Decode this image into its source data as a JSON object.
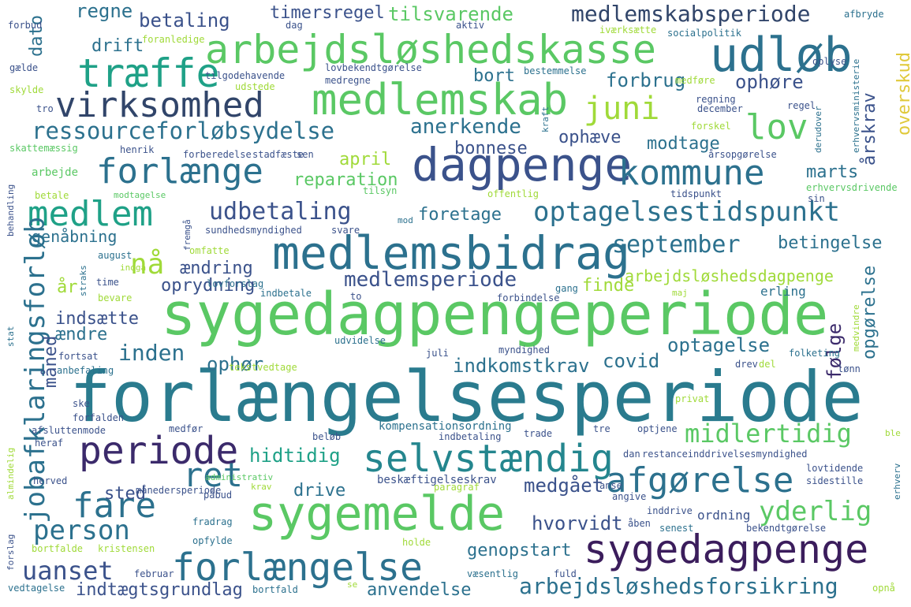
{
  "words": [
    {
      "text": "forlængelsesperiode",
      "color": "#2a7b8e"
    },
    {
      "text": "sygedagpengeperiode",
      "color": "#5ac864"
    },
    {
      "text": "medlemsbidrag",
      "color": "#2c718e"
    },
    {
      "text": "sygemelde",
      "color": "#5ac864"
    },
    {
      "text": "dagpenge",
      "color": "#3b528b"
    },
    {
      "text": "medlemskab",
      "color": "#5ac864"
    },
    {
      "text": "arbejdsløshedskasse",
      "color": "#5ac864"
    },
    {
      "text": "udløb",
      "color": "#2c718e"
    },
    {
      "text": "virksomhed",
      "color": "#31456a"
    },
    {
      "text": "træffe",
      "color": "#1fa187"
    },
    {
      "text": "selvstændig",
      "color": "#24868e"
    },
    {
      "text": "sygedagpenge",
      "color": "#3b1d5c"
    },
    {
      "text": "forlængelse",
      "color": "#2c718e"
    },
    {
      "text": "periode",
      "color": "#3b2a6b"
    },
    {
      "text": "afgørelse",
      "color": "#2c718e"
    },
    {
      "text": "kommune",
      "color": "#2c718e"
    },
    {
      "text": "forlænge",
      "color": "#2c718e"
    },
    {
      "text": "medlem",
      "color": "#1fa187"
    },
    {
      "text": "optagelsestidspunkt",
      "color": "#2c718e"
    },
    {
      "text": "ressourceforløbsydelse",
      "color": "#2c718e"
    },
    {
      "text": "lov",
      "color": "#5ac864"
    },
    {
      "text": "fare",
      "color": "#2c718e"
    },
    {
      "text": "person",
      "color": "#2c718e"
    },
    {
      "text": "ret",
      "color": "#2c718e"
    },
    {
      "text": "juni",
      "color": "#a0da39"
    },
    {
      "text": "udbetaling",
      "color": "#3b528b"
    },
    {
      "text": "september",
      "color": "#2c718e"
    },
    {
      "text": "midlertidig",
      "color": "#5ac864"
    },
    {
      "text": "yderlig",
      "color": "#5ac864"
    },
    {
      "text": "arbejdsløshedsforsikring",
      "color": "#2c718e"
    },
    {
      "text": "medlemskabsperiode",
      "color": "#31456a"
    },
    {
      "text": "medlemsperiode",
      "color": "#3b528b"
    },
    {
      "text": "jobafklaringsforløb",
      "color": "#2c718e"
    },
    {
      "text": "uanset",
      "color": "#3b528b"
    },
    {
      "text": "indtægtsgrundlag",
      "color": "#3b528b"
    },
    {
      "text": "nå",
      "color": "#a0da39"
    },
    {
      "text": "hidtidig",
      "color": "#1fa187"
    },
    {
      "text": "medgået",
      "color": "#3b528b"
    },
    {
      "text": "hvorvidt",
      "color": "#3b528b"
    },
    {
      "text": "genopstart",
      "color": "#2c718e"
    },
    {
      "text": "anvendelse",
      "color": "#2c718e"
    },
    {
      "text": "arbejdsløshedsdagpenge",
      "color": "#a0da39"
    },
    {
      "text": "optagelse",
      "color": "#2c718e"
    },
    {
      "text": "indkomstkrav",
      "color": "#2c718e"
    },
    {
      "text": "covid",
      "color": "#2c718e"
    },
    {
      "text": "følge",
      "color": "#3b2a6b"
    },
    {
      "text": "opgørelse",
      "color": "#2c718e"
    },
    {
      "text": "inden",
      "color": "#2c718e"
    },
    {
      "text": "ophør",
      "color": "#2c718e"
    },
    {
      "text": "indsætte",
      "color": "#3b528b"
    },
    {
      "text": "ændre",
      "color": "#2c718e"
    },
    {
      "text": "måned",
      "color": "#3b528b"
    },
    {
      "text": "oprydning",
      "color": "#3b528b"
    },
    {
      "text": "ændring",
      "color": "#3b528b"
    },
    {
      "text": "finde",
      "color": "#a0da39"
    },
    {
      "text": "betingelse",
      "color": "#2c718e"
    },
    {
      "text": "genåbning",
      "color": "#2c718e"
    },
    {
      "text": "foretage",
      "color": "#2c718e"
    },
    {
      "text": "anerkende",
      "color": "#2c718e"
    },
    {
      "text": "april",
      "color": "#a0da39"
    },
    {
      "text": "bonnese",
      "color": "#3b528b"
    },
    {
      "text": "ophæve",
      "color": "#3b528b"
    },
    {
      "text": "modtage",
      "color": "#2c718e"
    },
    {
      "text": "marts",
      "color": "#2c718e"
    },
    {
      "text": "årskrav",
      "color": "#3b528b"
    },
    {
      "text": "overskud",
      "color": "#e0c93a"
    },
    {
      "text": "reparation",
      "color": "#5ac864"
    },
    {
      "text": "tilsvarende",
      "color": "#5ac864"
    },
    {
      "text": "timersregel",
      "color": "#3b528b"
    },
    {
      "text": "regne",
      "color": "#2c718e"
    },
    {
      "text": "betaling",
      "color": "#3b528b"
    },
    {
      "text": "drift",
      "color": "#2c718e"
    },
    {
      "text": "bort",
      "color": "#2c718e"
    },
    {
      "text": "forbrug",
      "color": "#2c718e"
    },
    {
      "text": "ophøre",
      "color": "#3b528b"
    },
    {
      "text": "dato",
      "color": "#2c718e"
    },
    {
      "text": "år",
      "color": "#a0da39"
    },
    {
      "text": "sted",
      "color": "#3b528b"
    },
    {
      "text": "drive",
      "color": "#2c718e"
    },
    {
      "text": "ordning",
      "color": "#3b528b"
    },
    {
      "text": "erling",
      "color": "#2c718e"
    },
    {
      "text": "kompensationsordning",
      "color": "#2c718e"
    },
    {
      "text": "restanceinddrivelsesmyndighed",
      "color": "#3b528b"
    },
    {
      "text": "beskæftigelseskrav",
      "color": "#3b528b"
    },
    {
      "text": "arbejde",
      "color": "#5ac864"
    },
    {
      "text": "betale",
      "color": "#a0da39"
    },
    {
      "text": "modtagelse",
      "color": "#5ac864"
    },
    {
      "text": "tilsyn",
      "color": "#5ac864"
    },
    {
      "text": "offentlig",
      "color": "#a0da39"
    },
    {
      "text": "tidspunkt",
      "color": "#3b528b"
    },
    {
      "text": "erhvervsdrivende",
      "color": "#5ac864"
    },
    {
      "text": "sin",
      "color": "#3b528b"
    },
    {
      "text": "forberedelse",
      "color": "#3b528b"
    },
    {
      "text": "stadfæste",
      "color": "#3b528b"
    },
    {
      "text": "sen",
      "color": "#3b528b"
    },
    {
      "text": "årsopgørelse",
      "color": "#3b528b"
    },
    {
      "text": "sundhedsmyndighed",
      "color": "#3b528b"
    },
    {
      "text": "svare",
      "color": "#3b528b"
    },
    {
      "text": "mod",
      "color": "#2c718e"
    },
    {
      "text": "august",
      "color": "#2c718e"
    },
    {
      "text": "omfatte",
      "color": "#a0da39"
    },
    {
      "text": "lovforslag",
      "color": "#2c718e"
    },
    {
      "text": "time",
      "color": "#3b528b"
    },
    {
      "text": "bevare",
      "color": "#a0da39"
    },
    {
      "text": "indbetale",
      "color": "#2c718e"
    },
    {
      "text": "to",
      "color": "#3b528b"
    },
    {
      "text": "forbindelse",
      "color": "#3b528b"
    },
    {
      "text": "gang",
      "color": "#2c718e"
    },
    {
      "text": "maj",
      "color": "#a0da39"
    },
    {
      "text": "udvidelse",
      "color": "#2c718e"
    },
    {
      "text": "myndighed",
      "color": "#3b528b"
    },
    {
      "text": "juli",
      "color": "#3b528b"
    },
    {
      "text": "folketing",
      "color": "#2c718e"
    },
    {
      "text": "lønn",
      "color": "#3b528b"
    },
    {
      "text": "drev",
      "color": "#3b528b"
    },
    {
      "text": "del",
      "color": "#a0da39"
    },
    {
      "text": "fortsat",
      "color": "#3b528b"
    },
    {
      "text": "anbefaling",
      "color": "#2c718e"
    },
    {
      "text": "tekstvedtage",
      "color": "#a0da39"
    },
    {
      "text": "ske",
      "color": "#3b528b"
    },
    {
      "text": "forfalden",
      "color": "#3b528b"
    },
    {
      "text": "privat",
      "color": "#a0da39"
    },
    {
      "text": "afsluttenmode",
      "color": "#3b528b"
    },
    {
      "text": "heraf",
      "color": "#3b528b"
    },
    {
      "text": "medfør",
      "color": "#3b528b"
    },
    {
      "text": "indbetaling",
      "color": "#3b528b"
    },
    {
      "text": "trade",
      "color": "#3b528b"
    },
    {
      "text": "tre",
      "color": "#3b528b"
    },
    {
      "text": "optjene",
      "color": "#3b528b"
    },
    {
      "text": "beløb",
      "color": "#3b528b"
    },
    {
      "text": "dan",
      "color": "#3b528b"
    },
    {
      "text": "herved",
      "color": "#3b528b"
    },
    {
      "text": "administrativ",
      "color": "#5ac864"
    },
    {
      "text": "sidestille",
      "color": "#3b528b"
    },
    {
      "text": "lovtidende",
      "color": "#3b528b"
    },
    {
      "text": "månedersperiode",
      "color": "#3b528b"
    },
    {
      "text": "krav",
      "color": "#a0da39"
    },
    {
      "text": "paragraf",
      "color": "#a0da39"
    },
    {
      "text": "anse",
      "color": "#3b528b"
    },
    {
      "text": "angive",
      "color": "#3b528b"
    },
    {
      "text": "påbud",
      "color": "#3b528b"
    },
    {
      "text": "inddrive",
      "color": "#3b528b"
    },
    {
      "text": "fradrag",
      "color": "#2c718e"
    },
    {
      "text": "åben",
      "color": "#3b528b"
    },
    {
      "text": "senest",
      "color": "#2c718e"
    },
    {
      "text": "bekendtgørelse",
      "color": "#3b528b"
    },
    {
      "text": "opfylde",
      "color": "#2c718e"
    },
    {
      "text": "holde",
      "color": "#a0da39"
    },
    {
      "text": "bortfalde",
      "color": "#a0da39"
    },
    {
      "text": "kristensen",
      "color": "#a0da39"
    },
    {
      "text": "februar",
      "color": "#3b528b"
    },
    {
      "text": "væsentlig",
      "color": "#2c718e"
    },
    {
      "text": "fuld",
      "color": "#3b528b"
    },
    {
      "text": "vedtagelse",
      "color": "#2c718e"
    },
    {
      "text": "bortfald",
      "color": "#2c718e"
    },
    {
      "text": "opnå",
      "color": "#a0da39"
    },
    {
      "text": "forbud",
      "color": "#3b528b"
    },
    {
      "text": "foranledige",
      "color": "#a0da39"
    },
    {
      "text": "gælde",
      "color": "#3b528b"
    },
    {
      "text": "skylde",
      "color": "#a0da39"
    },
    {
      "text": "tro",
      "color": "#3b528b"
    },
    {
      "text": "tilgodehavende",
      "color": "#3b528b"
    },
    {
      "text": "udstede",
      "color": "#a0da39"
    },
    {
      "text": "lovbekendtgørelse",
      "color": "#3b528b"
    },
    {
      "text": "medregne",
      "color": "#3b528b"
    },
    {
      "text": "bestemmelse",
      "color": "#2c718e"
    },
    {
      "text": "medføre",
      "color": "#a0da39"
    },
    {
      "text": "dag",
      "color": "#3b528b"
    },
    {
      "text": "aktiv",
      "color": "#3b528b"
    },
    {
      "text": "iværksætte",
      "color": "#a0da39"
    },
    {
      "text": "socialpolitik",
      "color": "#2c718e"
    },
    {
      "text": "afbryde",
      "color": "#2c718e"
    },
    {
      "text": "oplyse",
      "color": "#3b528b"
    },
    {
      "text": "regning",
      "color": "#3b528b"
    },
    {
      "text": "regel",
      "color": "#3b528b"
    },
    {
      "text": "december",
      "color": "#3b528b"
    },
    {
      "text": "forskel",
      "color": "#a0da39"
    },
    {
      "text": "henrik",
      "color": "#3b528b"
    },
    {
      "text": "skattemæssig",
      "color": "#5ac864"
    },
    {
      "text": "kraft",
      "color": "#2c718e"
    },
    {
      "text": "erhvervsministerie",
      "color": "#2c718e"
    },
    {
      "text": "derudover",
      "color": "#2c718e"
    },
    {
      "text": "erhverv",
      "color": "#2c718e"
    },
    {
      "text": "ble",
      "color": "#a0da39"
    },
    {
      "text": "medvindre",
      "color": "#a0da39"
    },
    {
      "text": "stat",
      "color": "#2c718e"
    },
    {
      "text": "straks",
      "color": "#2c718e"
    },
    {
      "text": "indgå",
      "color": "#a0da39"
    },
    {
      "text": "fremgå",
      "color": "#3b528b"
    },
    {
      "text": "behandling",
      "color": "#3b528b"
    },
    {
      "text": "almindelig",
      "color": "#a0da39"
    },
    {
      "text": "forslag",
      "color": "#3b528b"
    },
    {
      "text": "se",
      "color": "#a0da39"
    }
  ]
}
